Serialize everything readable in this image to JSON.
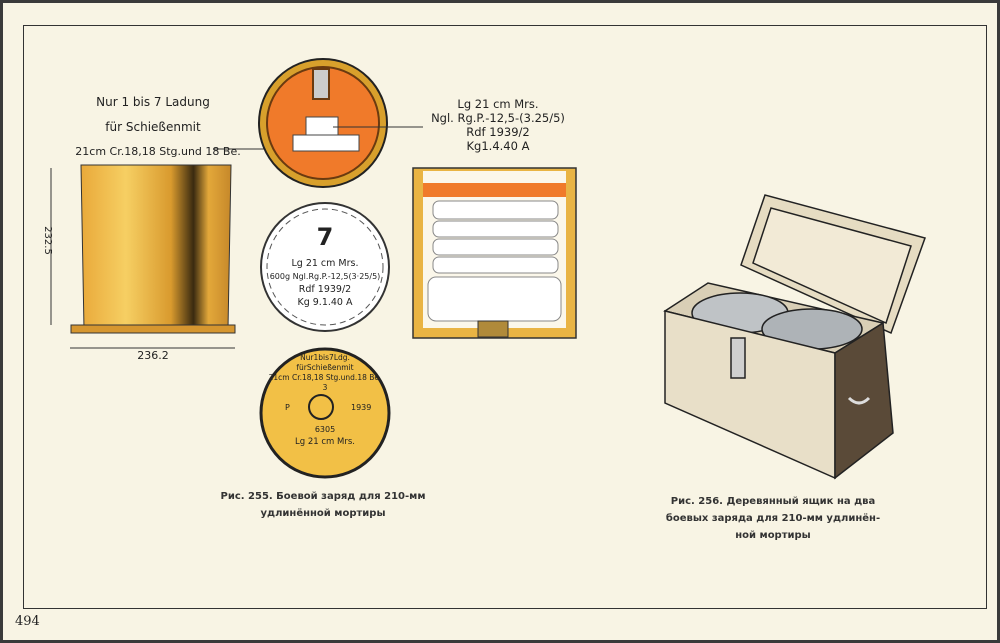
{
  "page_number": "494",
  "left_figure": {
    "label_lines": [
      "Nur 1 bis 7 Ladung",
      "für Schießenmit",
      "21cm Cr.18,18 Stg.und 18 Be."
    ],
    "dim_height": "232.5",
    "dim_width": "236.2"
  },
  "white_disc": {
    "number": "7",
    "lines": [
      "Lg 21 cm Mrs.",
      "600g Ngl.Rg.P.-12,5(3·25/5)",
      "Rdf 1939/2",
      "Kg 9.1.40 A"
    ]
  },
  "yellow_disc": {
    "lines": [
      "Nur1bis7Ldg.",
      "fürSchießenmit",
      "21cm Cr.18,18 Stg.und.18 Be."
    ],
    "top_number": "3",
    "left_mark": "P",
    "right_mark": "1939",
    "bottom_number": "6305",
    "bottom_line": "Lg 21 cm Mrs."
  },
  "section_label": {
    "lines": [
      "Lg 21 cm Mrs.",
      "Ngl. Rg.P.-12,5-(3.25/5)",
      "Rdf 1939/2",
      "Kg1.4.40 A"
    ]
  },
  "caption_255": [
    "Рис. 255. Боевой заряд для 210-мм",
    "удлинённой мортиры"
  ],
  "caption_256": [
    "Рис. 256. Деревянный ящик на два",
    "боевых заряда для 210-мм удлинён-",
    "ной мортиры"
  ],
  "colors": {
    "orange": "#f07a2a",
    "yellow": "#f2c046",
    "paper": "#f8f4e4",
    "wood": "#d8c7a0"
  }
}
